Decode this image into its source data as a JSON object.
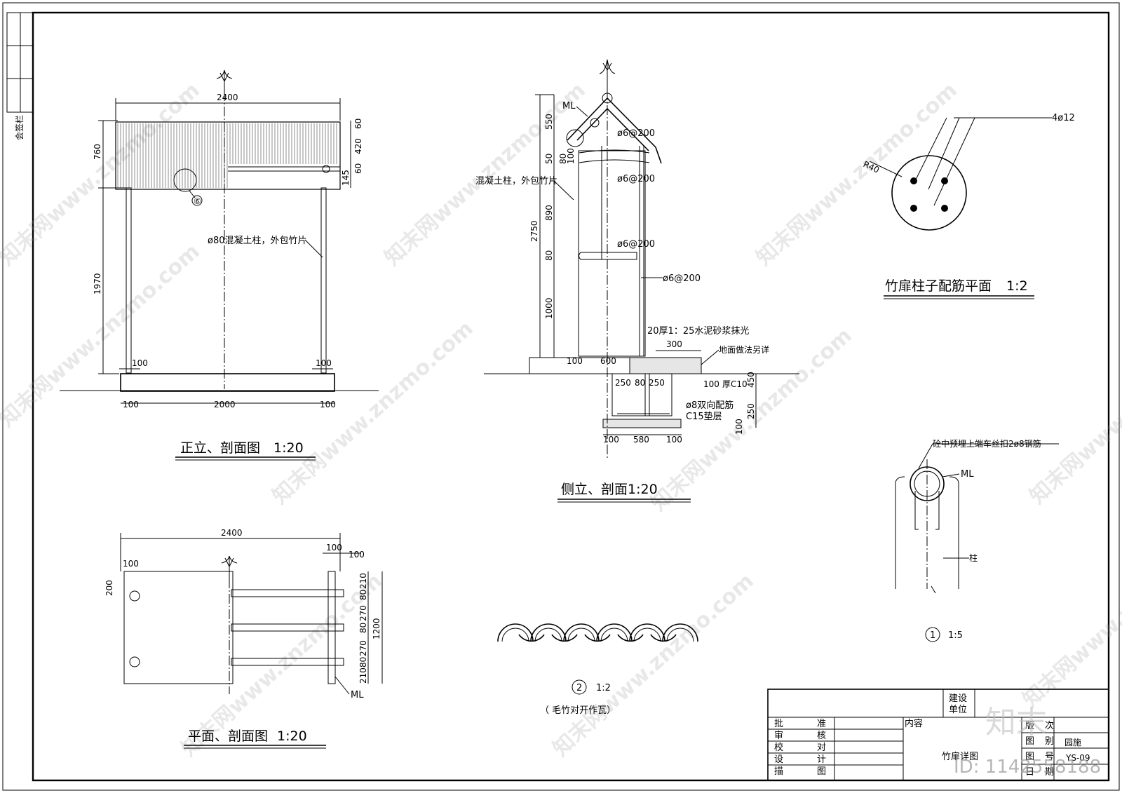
{
  "sidebar": {
    "sign_column": "会签栏"
  },
  "watermarks": [
    "知末网www.znzmo.com"
  ],
  "front_view": {
    "title": "正立、剖面图",
    "scale": "1:20",
    "dims": {
      "top_width": "2400",
      "roof_h": "760",
      "clear_h": "1970",
      "base_width": "2000",
      "base_left": "100",
      "base_right": "100",
      "col_left": "100",
      "col_right": "100",
      "d60a": "60",
      "d420": "420",
      "d60b": "60",
      "d145": "145"
    },
    "column_note": "ø80混凝土柱，外包竹片",
    "callout": "⑥"
  },
  "side_view": {
    "title": "侧立、剖面",
    "scale": "1:20",
    "dims": {
      "d550": "550",
      "d2750": "2750",
      "d890": "890",
      "d1000": "1000",
      "d50": "50",
      "d80a": "80",
      "d100a": "100",
      "d80b": "80",
      "d600": "600",
      "d100b": "100",
      "d300": "300",
      "d100c": "100",
      "d450": "450",
      "d250a": "250",
      "d80c": "80",
      "d250b": "250",
      "d250c": "250",
      "d100d": "100",
      "d580": "580",
      "d100e": "100",
      "d100f": "100"
    },
    "labels": {
      "ml": "ML",
      "rebar1": "ø6@200",
      "rebar2": "ø6@200",
      "rebar3": "ø6@200",
      "rebar4": "ø6@200",
      "column_note": "混凝土柱，外包竹片",
      "plaster": "20厚1：25水泥砂浆抹光",
      "floor": "地面做法另详",
      "c10": "厚C10",
      "rebar8": "ø8双向配筋",
      "c15": "C15垫层"
    }
  },
  "rebar_plan": {
    "title": "竹扉柱子配筋平面",
    "scale": "1:2",
    "radius": "R40",
    "bars": "4ø12"
  },
  "plan_view": {
    "title": "平面、剖面图",
    "scale": "1:20",
    "dims": {
      "width": "2400",
      "d100a": "100",
      "d100b": "100",
      "d100c": "100",
      "d200": "200",
      "d210a": "210",
      "d80a": "80",
      "d270a": "270",
      "d80b": "80",
      "d270b": "270",
      "d80c": "80",
      "d210b": "210",
      "d1200": "1200"
    },
    "ml": "ML"
  },
  "detail1": {
    "number": "1",
    "scale": "1:5",
    "note": "砼中预埋上端车丝扣2ø8钢筋",
    "ml": "ML",
    "column": "柱"
  },
  "detail2": {
    "number": "2",
    "scale": "1:2",
    "caption": "（ 毛竹对开作瓦）"
  },
  "title_block": {
    "unit_label": "建设\n单位",
    "unit_l1": "建设",
    "unit_l2": "单位",
    "rows": [
      {
        "a": "批",
        "b": "准"
      },
      {
        "a": "审",
        "b": "核"
      },
      {
        "a": "校",
        "b": "对"
      },
      {
        "a": "设",
        "b": "计"
      },
      {
        "a": "描",
        "b": "图"
      }
    ],
    "content_label": "内容",
    "drawing_name": "竹扉详图",
    "right_labels": [
      "版",
      "图",
      "图",
      "日"
    ],
    "right_labels2": [
      "次",
      "别",
      "号",
      "期"
    ],
    "category": "园施",
    "drawing_no": "YS-09"
  },
  "brand": {
    "logo": "知末",
    "id": "ID: 1142558188"
  }
}
